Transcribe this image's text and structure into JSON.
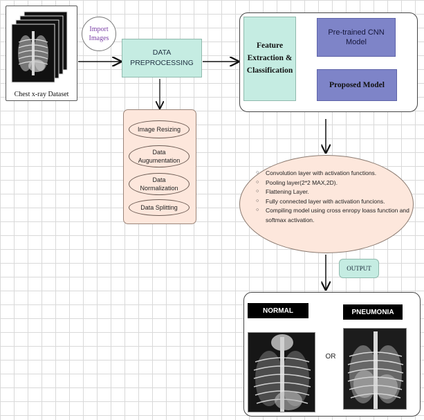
{
  "dataset": {
    "label": "Chest x-ray Dataset"
  },
  "import": {
    "line1": "Import",
    "line2": "Images"
  },
  "preprocessing": {
    "line1": "DATA",
    "line2": "PREPROCESSING"
  },
  "steps": [
    {
      "line1": "Image Resizing",
      "line2": ""
    },
    {
      "line1": "Data",
      "line2": "Augumentation"
    },
    {
      "line1": "Data",
      "line2": "Normalization"
    },
    {
      "line1": "Data Splitting",
      "line2": ""
    }
  ],
  "feature": {
    "line1": "Feature",
    "line2": "Extraction &",
    "line3": "Classification"
  },
  "cnn": {
    "line1": "Pre-trained CNN",
    "line2": "Model"
  },
  "proposed": {
    "label": "Proposed Model"
  },
  "model_steps": [
    "Convolution layer with activation functions.",
    "Pooling layer(2*2 MAX,2D).",
    "Flattening Layer.",
    "Fully connected layer with activation funcions.",
    "Compiling model using cross enropy loass function and softmax activation."
  ],
  "output": {
    "label": "OUTPUT"
  },
  "results": {
    "normal": "NORMAL",
    "or": "OR",
    "pneumonia": "PNEUMONIA"
  },
  "colors": {
    "teal_box": "#c5ece2",
    "purple_box": "#7e84c8",
    "peach_box": "#fde7dc",
    "import_text": "#7a3fa5"
  }
}
